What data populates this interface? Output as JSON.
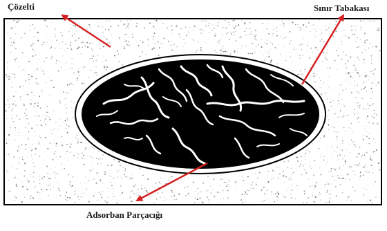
{
  "labels": {
    "solution": "Çözelti",
    "boundary_layer": "Sınır Tabakası",
    "adsorbent_particle": "Adsorban Parçacığı"
  },
  "colors": {
    "arrow": "#d42020",
    "particle": "#000000",
    "pores": "#ffffff",
    "border": "#000000",
    "speckle": "#555555"
  }
}
